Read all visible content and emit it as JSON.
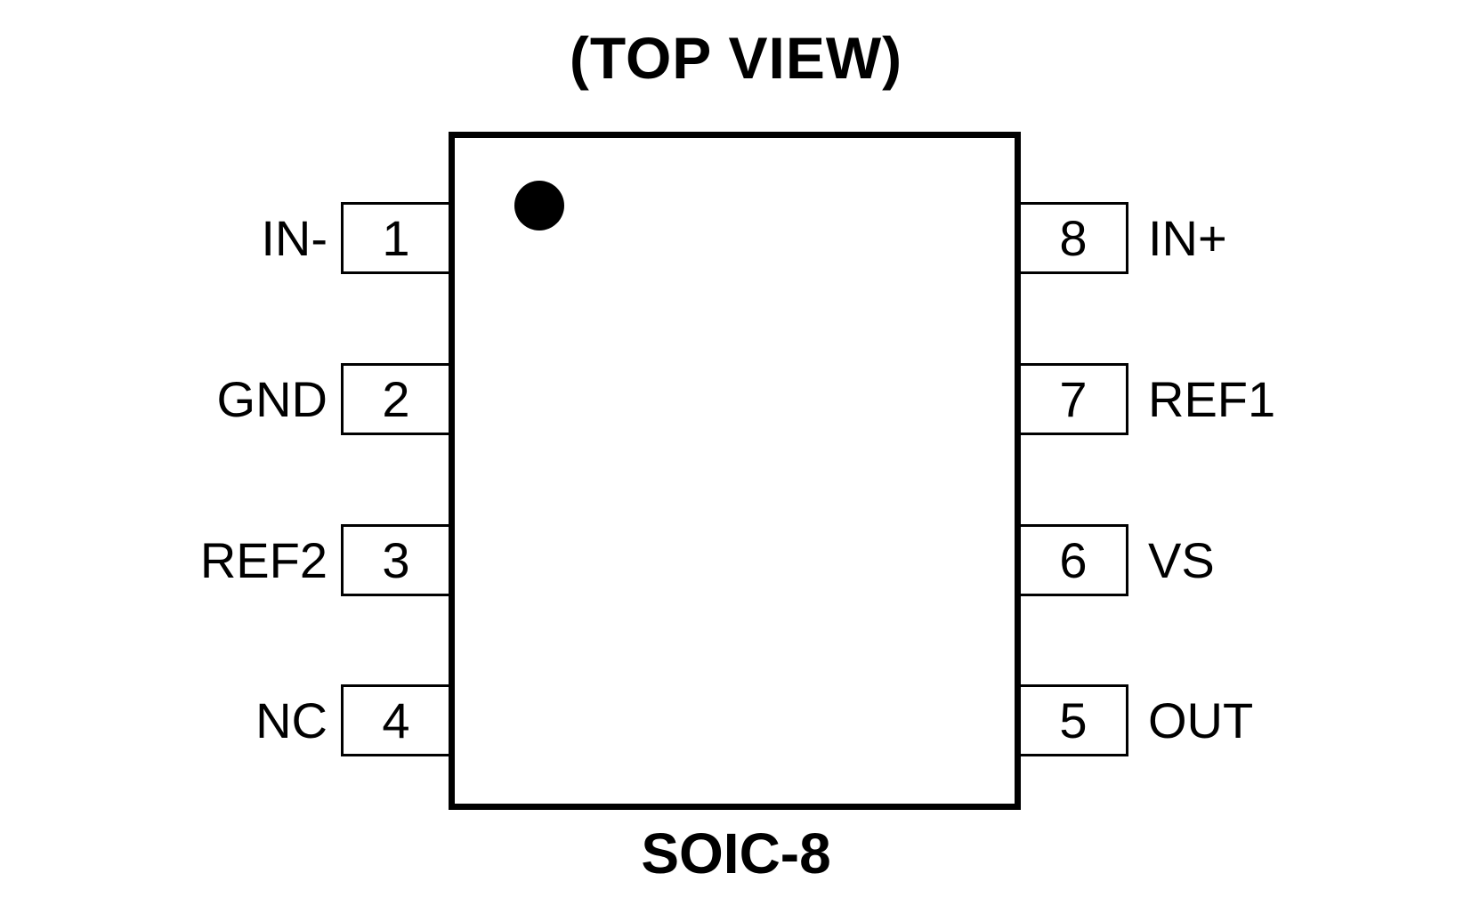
{
  "diagram": {
    "title": "(TOP VIEW)",
    "package_name": "SOIC-8",
    "pin1_marker": "dot",
    "colors": {
      "line": "#000000",
      "background": "#ffffff"
    },
    "pins": {
      "left": [
        {
          "number": "1",
          "name": "IN-"
        },
        {
          "number": "2",
          "name": "GND"
        },
        {
          "number": "3",
          "name": "REF2"
        },
        {
          "number": "4",
          "name": "NC"
        }
      ],
      "right": [
        {
          "number": "8",
          "name": "IN+"
        },
        {
          "number": "7",
          "name": "REF1"
        },
        {
          "number": "6",
          "name": "VS"
        },
        {
          "number": "5",
          "name": "OUT"
        }
      ]
    }
  }
}
